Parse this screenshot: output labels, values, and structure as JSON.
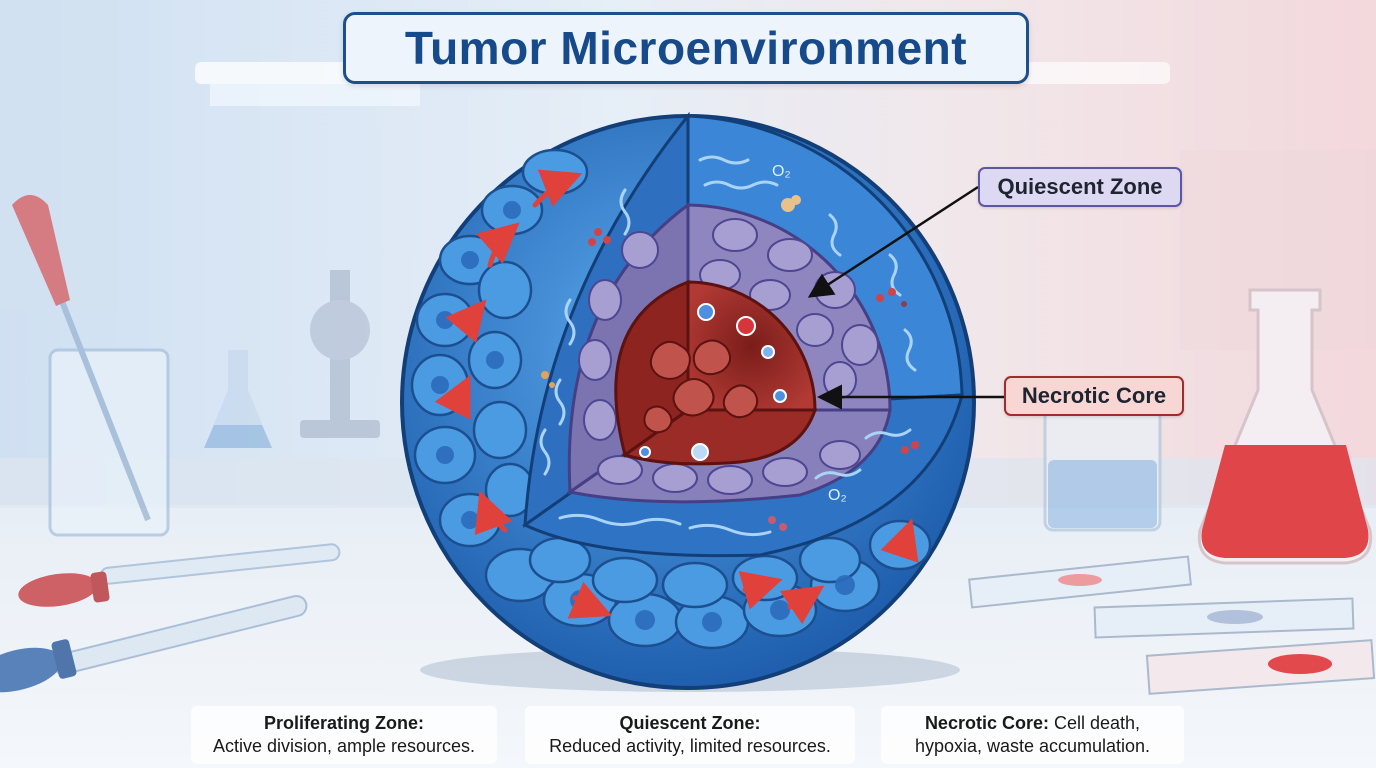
{
  "title": "Tumor Microenvironment",
  "labels": {
    "quiescent": "Quiescent Zone",
    "necrotic": "Necrotic Core",
    "oxygen_top": "O₂",
    "oxygen_bottom": "O₂"
  },
  "captions": [
    {
      "heading": "Proliferating Zone:",
      "text": "Active division, ample resources."
    },
    {
      "heading": "Quiescent Zone:",
      "text": "Reduced activity, limited resources."
    },
    {
      "heading": "Necrotic Core:",
      "text_inline": "Cell death,",
      "text": "hypoxia, waste accumulation."
    }
  ],
  "colors": {
    "title": "#164a8a",
    "proliferating": "#3d8fd6",
    "quiescent": "#8f86bf",
    "necrotic": "#9c2a26",
    "arrow": "#e0413b"
  }
}
